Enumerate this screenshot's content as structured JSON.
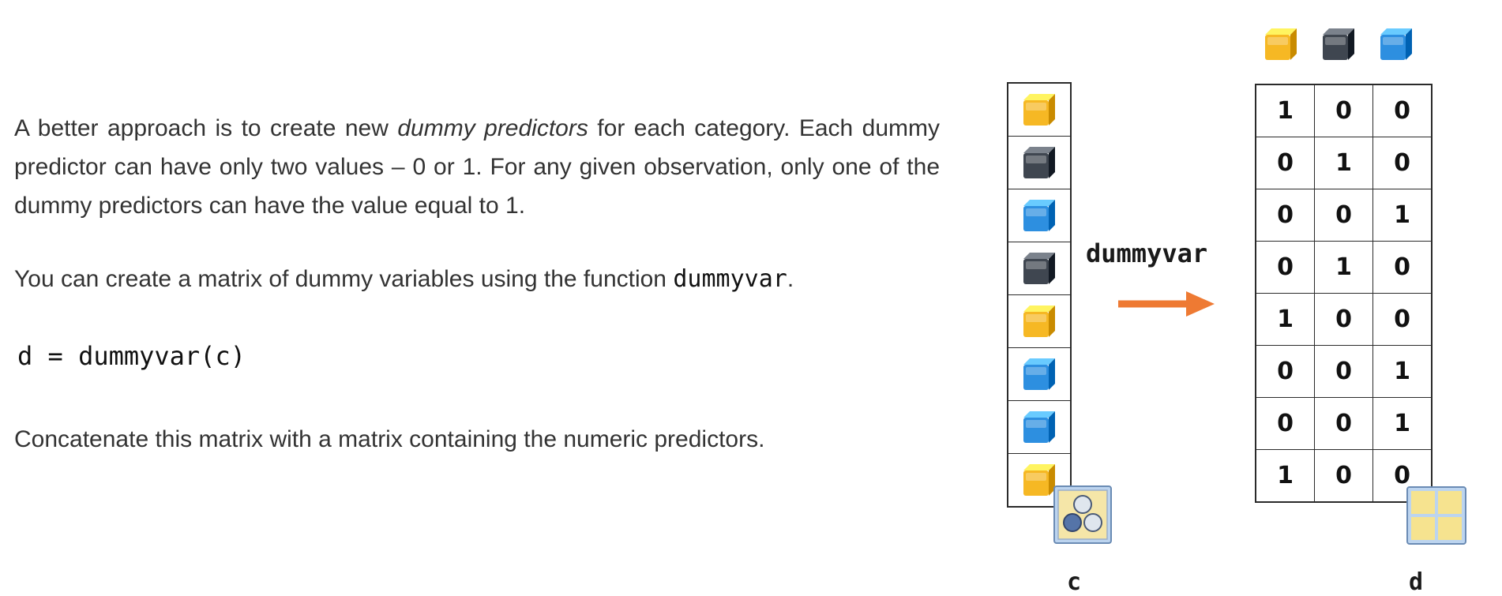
{
  "text": {
    "p1_start": "A better approach is to create new ",
    "p1_em": "dummy predictors",
    "p1_end": " for each category. Each dummy predictor can have only two values – 0 or 1. For any given observation, only one of the dummy predictors can have the value equal to 1.",
    "p2_start": "You can create a matrix of dummy variables using the function ",
    "p2_code": "dummyvar",
    "p2_end": ".",
    "code": "d = dummyvar(c)",
    "p3": "Concatenate this matrix with a matrix containing the numeric predictors."
  },
  "figure": {
    "function_label": "dummyvar",
    "input_label": "c",
    "output_label": "d",
    "colors": {
      "yellow": "#f6b824",
      "dark": "#3f4650",
      "blue": "#2d8fe0",
      "arrow": "#ee7a33"
    },
    "category_order": [
      "yellow",
      "dark",
      "blue"
    ],
    "input_column": [
      "yellow",
      "dark",
      "blue",
      "dark",
      "yellow",
      "blue",
      "blue",
      "yellow"
    ],
    "output_matrix": [
      [
        "1",
        "0",
        "0"
      ],
      [
        "0",
        "1",
        "0"
      ],
      [
        "0",
        "0",
        "1"
      ],
      [
        "0",
        "1",
        "0"
      ],
      [
        "1",
        "0",
        "0"
      ],
      [
        "0",
        "0",
        "1"
      ],
      [
        "0",
        "0",
        "1"
      ],
      [
        "1",
        "0",
        "0"
      ]
    ],
    "input_icon": "categorical-array-icon",
    "output_icon": "matrix-icon"
  }
}
